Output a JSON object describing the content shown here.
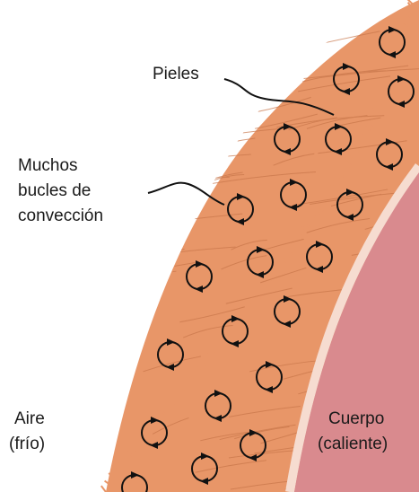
{
  "labels": {
    "fur": "Pieles",
    "convection_line1": "Muchos",
    "convection_line2": "bucles de",
    "convection_line3": "convección",
    "air_line1": "Aire",
    "air_line2": "(frío)",
    "body_line1": "Cuerpo",
    "body_line2": "(caliente)"
  },
  "colors": {
    "fur": "#e89668",
    "fur_stroke": "#c8764a",
    "body": "#d98a8e",
    "skin_edge": "#f6dcd0",
    "loop": "#111111",
    "background": "#ffffff",
    "text": "#1a1a1a"
  },
  "icons": {
    "convection_loop": "circular-arrow-icon"
  }
}
